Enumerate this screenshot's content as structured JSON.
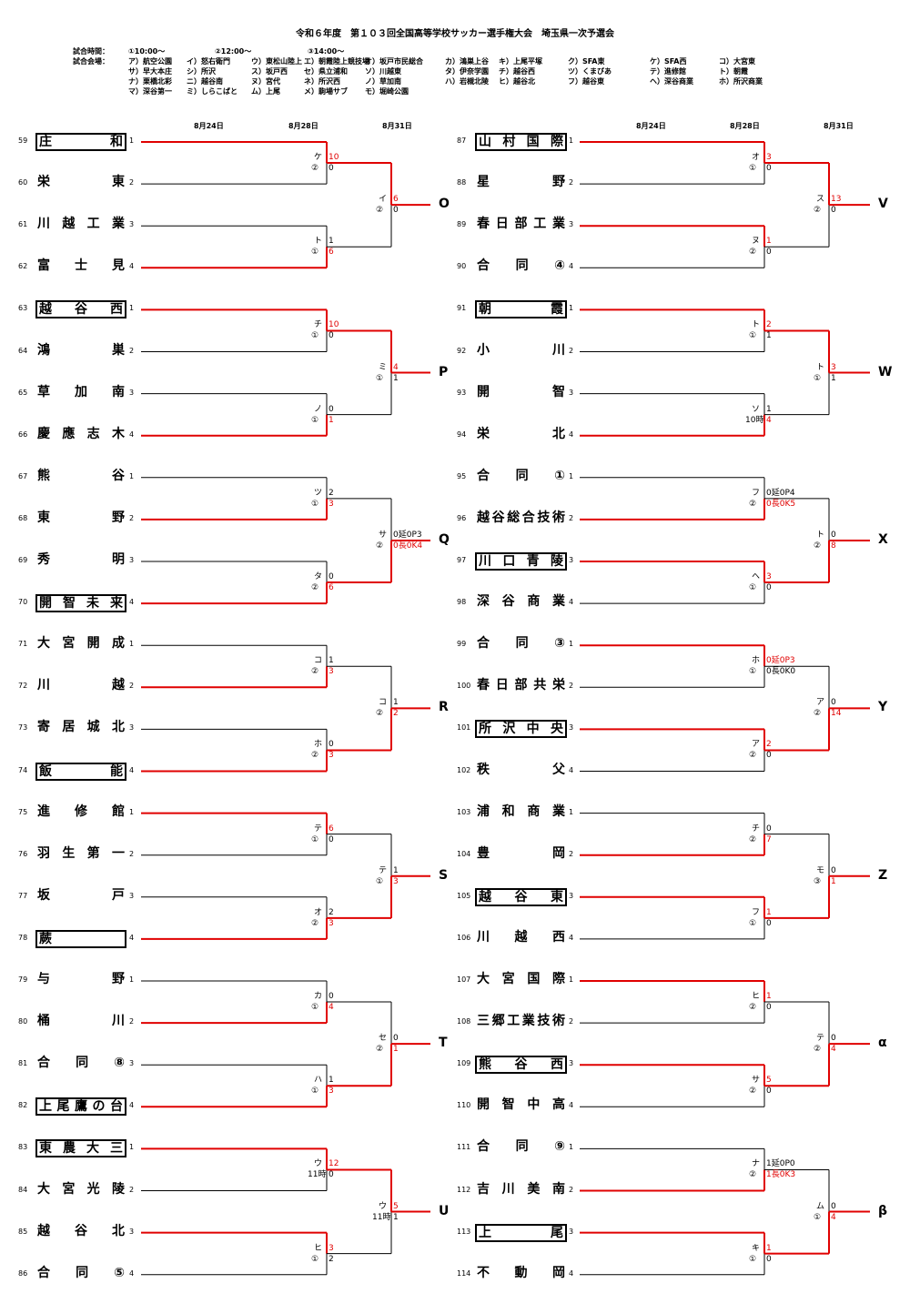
{
  "title": "令和６年度　第１０３回全国高等学校サッカー選手権大会　埼玉県一次予選会",
  "header": {
    "time_label": "試合時間：",
    "venue_label": "試合会場：",
    "times": [
      "①10:00～",
      "②12:00～",
      "③14:00～"
    ],
    "venue_rows": [
      [
        "ア）航空公園",
        "イ）怒右衛門",
        "ウ）東松山陸上",
        "エ）朝霞陸上競技場",
        "オ）坂戸市民総合",
        "カ）鴻巣上谷",
        "キ）上尾平塚",
        "ク）SFA東",
        "ケ）SFA西",
        "コ）大宮東"
      ],
      [
        "サ）早大本庄",
        "シ）所沢",
        "ス）坂戸西",
        "セ）県立浦和",
        "ソ）川越東",
        "タ）伊奈学園",
        "チ）越谷西",
        "ツ）くまびあ",
        "テ）進修館",
        "ト）朝霞"
      ],
      [
        "ナ）栗橋北彩",
        "ニ）越谷南",
        "ヌ）宮代",
        "ネ）所沢西",
        "ノ）草加南",
        "ハ）岩槻北陵",
        "ヒ）越谷北",
        "フ）越谷東",
        "ヘ）深谷商業",
        "ホ）所沢商業"
      ],
      [
        "マ）深谷第一",
        "ミ）しらこばと",
        "ム）上尾",
        "メ）駒場サブ",
        "モ）堀崎公園"
      ]
    ]
  },
  "dates": [
    "8月24日",
    "8月28日",
    "8月31日"
  ],
  "left_teams": [
    {
      "no": "59",
      "name": "庄和",
      "seed": "1",
      "boxed": true
    },
    {
      "no": "60",
      "name": "栄東",
      "seed": "2",
      "boxed": false
    },
    {
      "no": "61",
      "name": "川越工業",
      "seed": "3",
      "boxed": false
    },
    {
      "no": "62",
      "name": "富士見",
      "seed": "4",
      "boxed": false
    },
    {
      "no": "63",
      "name": "越谷西",
      "seed": "1",
      "boxed": true
    },
    {
      "no": "64",
      "name": "鴻巣",
      "seed": "2",
      "boxed": false
    },
    {
      "no": "65",
      "name": "草加南",
      "seed": "3",
      "boxed": false
    },
    {
      "no": "66",
      "name": "慶應志木",
      "seed": "4",
      "boxed": false
    },
    {
      "no": "67",
      "name": "熊谷",
      "seed": "1",
      "boxed": false
    },
    {
      "no": "68",
      "name": "東野",
      "seed": "2",
      "boxed": false
    },
    {
      "no": "69",
      "name": "秀明",
      "seed": "3",
      "boxed": false
    },
    {
      "no": "70",
      "name": "開智未来",
      "seed": "4",
      "boxed": true
    },
    {
      "no": "71",
      "name": "大宮開成",
      "seed": "1",
      "boxed": false
    },
    {
      "no": "72",
      "name": "川越",
      "seed": "2",
      "boxed": false
    },
    {
      "no": "73",
      "name": "寄居城北",
      "seed": "3",
      "boxed": false
    },
    {
      "no": "74",
      "name": "飯能",
      "seed": "4",
      "boxed": true
    },
    {
      "no": "75",
      "name": "進修館",
      "seed": "1",
      "boxed": false
    },
    {
      "no": "76",
      "name": "羽生第一",
      "seed": "2",
      "boxed": false
    },
    {
      "no": "77",
      "name": "坂戸",
      "seed": "3",
      "boxed": false
    },
    {
      "no": "78",
      "name": "蕨",
      "seed": "4",
      "boxed": true
    },
    {
      "no": "79",
      "name": "与野",
      "seed": "1",
      "boxed": false
    },
    {
      "no": "80",
      "name": "桶川",
      "seed": "2",
      "boxed": false
    },
    {
      "no": "81",
      "name": "合同⑧",
      "seed": "3",
      "boxed": false
    },
    {
      "no": "82",
      "name": "上尾鷹の台",
      "seed": "4",
      "boxed": true
    },
    {
      "no": "83",
      "name": "東農大三",
      "seed": "1",
      "boxed": true
    },
    {
      "no": "84",
      "name": "大宮光陵",
      "seed": "2",
      "boxed": false
    },
    {
      "no": "85",
      "name": "越谷北",
      "seed": "3",
      "boxed": false
    },
    {
      "no": "86",
      "name": "合同⑤",
      "seed": "4",
      "boxed": false
    }
  ],
  "right_teams": [
    {
      "no": "87",
      "name": "山村国際",
      "seed": "1",
      "boxed": true
    },
    {
      "no": "88",
      "name": "星野",
      "seed": "2",
      "boxed": false
    },
    {
      "no": "89",
      "name": "春日部工業",
      "seed": "3",
      "boxed": false
    },
    {
      "no": "90",
      "name": "合同④",
      "seed": "4",
      "boxed": false
    },
    {
      "no": "91",
      "name": "朝霞",
      "seed": "1",
      "boxed": true
    },
    {
      "no": "92",
      "name": "小川",
      "seed": "2",
      "boxed": false
    },
    {
      "no": "93",
      "name": "開智",
      "seed": "3",
      "boxed": false
    },
    {
      "no": "94",
      "name": "栄北",
      "seed": "4",
      "boxed": false
    },
    {
      "no": "95",
      "name": "合同①",
      "seed": "1",
      "boxed": false
    },
    {
      "no": "96",
      "name": "越谷総合技術",
      "seed": "2",
      "boxed": false
    },
    {
      "no": "97",
      "name": "川口青陵",
      "seed": "3",
      "boxed": true
    },
    {
      "no": "98",
      "name": "深谷商業",
      "seed": "4",
      "boxed": false
    },
    {
      "no": "99",
      "name": "合同③",
      "seed": "1",
      "boxed": false
    },
    {
      "no": "100",
      "name": "春日部共栄",
      "seed": "2",
      "boxed": false
    },
    {
      "no": "101",
      "name": "所沢中央",
      "seed": "3",
      "boxed": true
    },
    {
      "no": "102",
      "name": "秩父",
      "seed": "4",
      "boxed": false
    },
    {
      "no": "103",
      "name": "浦和商業",
      "seed": "1",
      "boxed": false
    },
    {
      "no": "104",
      "name": "豊岡",
      "seed": "2",
      "boxed": false
    },
    {
      "no": "105",
      "name": "越谷東",
      "seed": "3",
      "boxed": true
    },
    {
      "no": "106",
      "name": "川越西",
      "seed": "4",
      "boxed": false
    },
    {
      "no": "107",
      "name": "大宮国際",
      "seed": "1",
      "boxed": false
    },
    {
      "no": "108",
      "name": "三郷工業技術",
      "seed": "2",
      "boxed": false
    },
    {
      "no": "109",
      "name": "熊谷西",
      "seed": "3",
      "boxed": true
    },
    {
      "no": "110",
      "name": "開智中高",
      "seed": "4",
      "boxed": false
    },
    {
      "no": "111",
      "name": "合同⑨",
      "seed": "1",
      "boxed": false
    },
    {
      "no": "112",
      "name": "吉川美南",
      "seed": "2",
      "boxed": false
    },
    {
      "no": "113",
      "name": "上尾",
      "seed": "3",
      "boxed": true
    },
    {
      "no": "114",
      "name": "不動岡",
      "seed": "4",
      "boxed": false
    }
  ],
  "left_blocks": [
    {
      "letter": "O",
      "m1": {
        "venue": "ケ",
        "time": "②",
        "top": "10",
        "bot": "0",
        "win": "top"
      },
      "m2": {
        "venue": "ト",
        "time": "①",
        "top": "1",
        "bot": "6",
        "win": "bot"
      },
      "m3": {
        "venue": "イ",
        "time": "②",
        "top": "6",
        "bot": "0",
        "win": "top"
      }
    },
    {
      "letter": "P",
      "m1": {
        "venue": "チ",
        "time": "①",
        "top": "10",
        "bot": "0",
        "win": "top"
      },
      "m2": {
        "venue": "ノ",
        "time": "①",
        "top": "0",
        "bot": "1",
        "win": "bot"
      },
      "m3": {
        "venue": "ミ",
        "time": "①",
        "top": "4",
        "bot": "1",
        "win": "top"
      }
    },
    {
      "letter": "Q",
      "m1": {
        "venue": "ツ",
        "time": "①",
        "top": "2",
        "bot": "3",
        "win": "bot"
      },
      "m2": {
        "venue": "タ",
        "time": "②",
        "top": "0",
        "bot": "6",
        "win": "bot"
      },
      "m3": {
        "venue": "サ",
        "time": "②",
        "top": "0延0P3",
        "bot": "0長0K4",
        "win": "bot"
      }
    },
    {
      "letter": "R",
      "m1": {
        "venue": "コ",
        "time": "②",
        "top": "1",
        "bot": "3",
        "win": "bot"
      },
      "m2": {
        "venue": "ホ",
        "time": "②",
        "top": "0",
        "bot": "3",
        "win": "bot"
      },
      "m3": {
        "venue": "コ",
        "time": "②",
        "top": "1",
        "bot": "2",
        "win": "bot"
      }
    },
    {
      "letter": "S",
      "m1": {
        "venue": "テ",
        "time": "①",
        "top": "6",
        "bot": "0",
        "win": "top"
      },
      "m2": {
        "venue": "オ",
        "time": "②",
        "top": "2",
        "bot": "3",
        "win": "bot"
      },
      "m3": {
        "venue": "テ",
        "time": "①",
        "top": "1",
        "bot": "3",
        "win": "bot"
      }
    },
    {
      "letter": "T",
      "m1": {
        "venue": "カ",
        "time": "①",
        "top": "0",
        "bot": "4",
        "win": "bot"
      },
      "m2": {
        "venue": "ハ",
        "time": "①",
        "top": "1",
        "bot": "3",
        "win": "bot"
      },
      "m3": {
        "venue": "セ",
        "time": "②",
        "top": "0",
        "bot": "1",
        "win": "bot"
      }
    },
    {
      "letter": "U",
      "m1": {
        "venue": "ウ",
        "time": "11時",
        "top": "12",
        "bot": "0",
        "win": "top"
      },
      "m2": {
        "venue": "ヒ",
        "time": "①",
        "top": "3",
        "bot": "2",
        "win": "top"
      },
      "m3": {
        "venue": "ウ",
        "time": "11時",
        "top": "5",
        "bot": "1",
        "win": "top"
      }
    }
  ],
  "right_blocks": [
    {
      "letter": "V",
      "m1": {
        "venue": "オ",
        "time": "①",
        "top": "3",
        "bot": "0",
        "win": "top"
      },
      "m2": {
        "venue": "ヌ",
        "time": "②",
        "top": "1",
        "bot": "0",
        "win": "top"
      },
      "m3": {
        "venue": "ス",
        "time": "②",
        "top": "13",
        "bot": "0",
        "win": "top"
      }
    },
    {
      "letter": "W",
      "m1": {
        "venue": "ト",
        "time": "①",
        "top": "2",
        "bot": "1",
        "win": "top"
      },
      "m2": {
        "venue": "ソ",
        "time": "10時",
        "top": "1",
        "bot": "4",
        "win": "bot"
      },
      "m3": {
        "venue": "ト",
        "time": "①",
        "top": "3",
        "bot": "1",
        "win": "top"
      }
    },
    {
      "letter": "X",
      "m1": {
        "venue": "フ",
        "time": "②",
        "top": "0延0P4",
        "bot": "0長0K5",
        "win": "bot"
      },
      "m2": {
        "venue": "ヘ",
        "time": "①",
        "top": "3",
        "bot": "0",
        "win": "top"
      },
      "m3": {
        "venue": "ト",
        "time": "②",
        "top": "0",
        "bot": "8",
        "win": "bot"
      }
    },
    {
      "letter": "Y",
      "m1": {
        "venue": "ホ",
        "time": "①",
        "top": "0延0P3",
        "bot": "0長0K0",
        "win": "top"
      },
      "m2": {
        "venue": "ア",
        "time": "②",
        "top": "2",
        "bot": "0",
        "win": "top"
      },
      "m3": {
        "venue": "ア",
        "time": "②",
        "top": "0",
        "bot": "14",
        "win": "bot"
      }
    },
    {
      "letter": "Z",
      "m1": {
        "venue": "チ",
        "time": "②",
        "top": "0",
        "bot": "7",
        "win": "bot"
      },
      "m2": {
        "venue": "フ",
        "time": "①",
        "top": "1",
        "bot": "0",
        "win": "top"
      },
      "m3": {
        "venue": "モ",
        "time": "③",
        "top": "0",
        "bot": "1",
        "win": "bot"
      }
    },
    {
      "letter": "α",
      "m1": {
        "venue": "ヒ",
        "time": "②",
        "top": "1",
        "bot": "0",
        "win": "top"
      },
      "m2": {
        "venue": "サ",
        "time": "②",
        "top": "5",
        "bot": "0",
        "win": "top"
      },
      "m3": {
        "venue": "テ",
        "time": "②",
        "top": "0",
        "bot": "4",
        "win": "bot"
      }
    },
    {
      "letter": "β",
      "m1": {
        "venue": "ナ",
        "time": "②",
        "top": "1延0P0",
        "bot": "1長0K3",
        "win": "bot"
      },
      "m2": {
        "venue": "キ",
        "time": "①",
        "top": "1",
        "bot": "0",
        "win": "top"
      },
      "m3": {
        "venue": "ム",
        "time": "①",
        "top": "0",
        "bot": "4",
        "win": "bot"
      }
    }
  ]
}
